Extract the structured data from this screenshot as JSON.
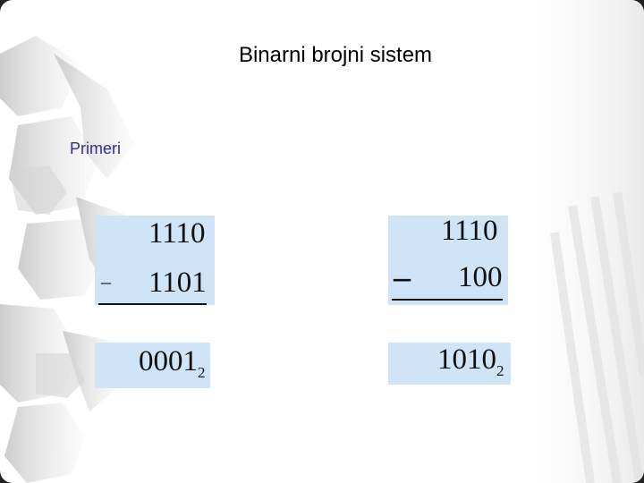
{
  "slide": {
    "title": "Binarni brojni sistem",
    "subtitle": "Primeri"
  },
  "example_left": {
    "minuend": "1110",
    "operator": "–",
    "subtrahend": "1101",
    "result": "0001",
    "base": "2"
  },
  "example_right": {
    "minuend": "1110",
    "operator": "–",
    "subtrahend": "100",
    "result": "1010",
    "base": "2"
  },
  "colors": {
    "box_fill": "#cfe4f6",
    "subtitle_color": "#2f2f8f"
  }
}
